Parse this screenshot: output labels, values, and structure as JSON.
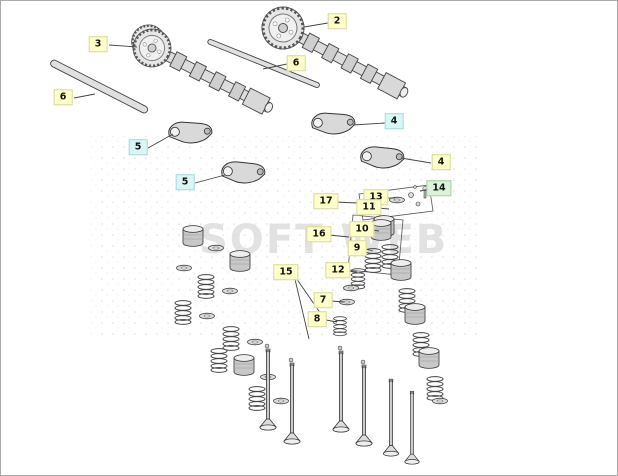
{
  "diagram": {
    "title": "camshaft-and-valve-exploded-parts-diagram",
    "watermark": "SOFT WEB",
    "labels": [
      {
        "num": "2",
        "tone": "yellow"
      },
      {
        "num": "3",
        "tone": "yellow"
      },
      {
        "num": "6",
        "tone": "yellow"
      },
      {
        "num": "6",
        "tone": "yellow"
      },
      {
        "num": "4",
        "tone": "cyan"
      },
      {
        "num": "5",
        "tone": "cyan"
      },
      {
        "num": "4",
        "tone": "yellow"
      },
      {
        "num": "5",
        "tone": "cyan"
      },
      {
        "num": "14",
        "tone": "green"
      },
      {
        "num": "13",
        "tone": "yellow"
      },
      {
        "num": "17",
        "tone": "yellow"
      },
      {
        "num": "11",
        "tone": "yellow"
      },
      {
        "num": "16",
        "tone": "yellow"
      },
      {
        "num": "10",
        "tone": "yellow"
      },
      {
        "num": "9",
        "tone": "yellow"
      },
      {
        "num": "12",
        "tone": "yellow"
      },
      {
        "num": "15",
        "tone": "yellow"
      },
      {
        "num": "7",
        "tone": "yellow"
      },
      {
        "num": "8",
        "tone": "yellow"
      }
    ]
  },
  "colors": {
    "background": "#ffffff",
    "line": "#444444",
    "part_fill": "#d9d9d9",
    "label_yellow": "#ffffca",
    "label_cyan": "#d9f6f6",
    "label_green": "#d9f2d9",
    "watermark_gray": "#dedede"
  }
}
